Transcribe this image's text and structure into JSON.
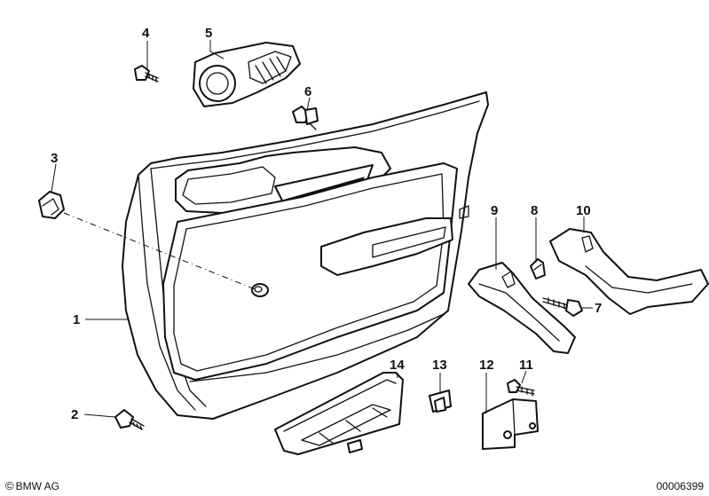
{
  "callouts": [
    {
      "id": "1",
      "label": "1"
    },
    {
      "id": "2",
      "label": "2"
    },
    {
      "id": "3",
      "label": "3"
    },
    {
      "id": "4",
      "label": "4"
    },
    {
      "id": "5",
      "label": "5"
    },
    {
      "id": "6",
      "label": "6"
    },
    {
      "id": "7",
      "label": "7"
    },
    {
      "id": "8",
      "label": "8"
    },
    {
      "id": "9",
      "label": "9"
    },
    {
      "id": "10",
      "label": "10"
    },
    {
      "id": "11",
      "label": "11"
    },
    {
      "id": "12",
      "label": "12"
    },
    {
      "id": "13",
      "label": "13"
    },
    {
      "id": "14",
      "label": "14"
    }
  ],
  "footer": {
    "copyright_symbol": "©",
    "copyright": "BMW AG",
    "diagram_id": "00006399"
  }
}
